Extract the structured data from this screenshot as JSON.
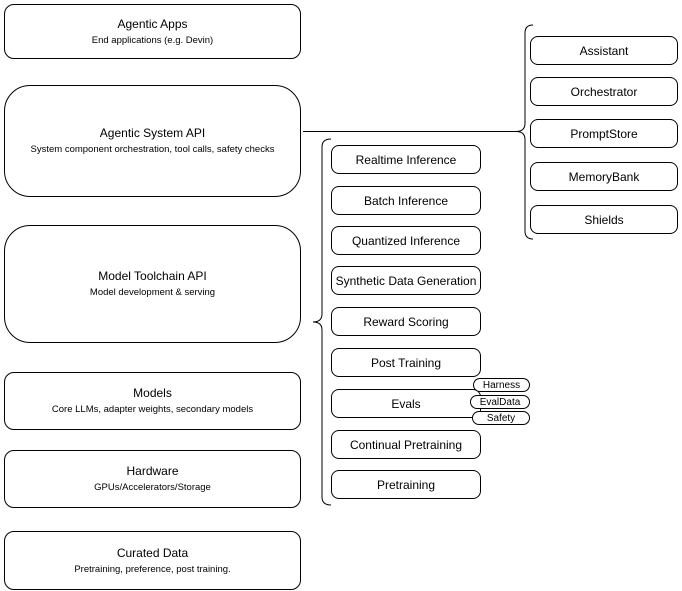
{
  "diagram": {
    "stack": [
      {
        "title": "Agentic Apps",
        "subtitle": "End applications (e.g. Devin)"
      },
      {
        "title": "Agentic System API",
        "subtitle": "System component orchestration, tool calls, safety checks"
      },
      {
        "title": "Model Toolchain API",
        "subtitle": "Model development & serving"
      },
      {
        "title": "Models",
        "subtitle": "Core LLMs, adapter weights, secondary models"
      },
      {
        "title": "Hardware",
        "subtitle": "GPUs/Accelerators/Storage"
      },
      {
        "title": "Curated Data",
        "subtitle": "Pretraining, preference, post training."
      }
    ],
    "toolchain_services": [
      "Realtime Inference",
      "Batch Inference",
      "Quantized Inference",
      "Synthetic Data Generation",
      "Reward Scoring",
      "Post Training",
      "Evals",
      "Continual Pretraining",
      "Pretraining"
    ],
    "eval_badges": [
      "Harness",
      "EvalData",
      "Safety"
    ],
    "system_components": [
      "Assistant",
      "Orchestrator",
      "PromptStore",
      "MemoryBank",
      "Shields"
    ],
    "colors": {
      "stroke": "#000000",
      "fill": "#ffffff",
      "text": "#000000"
    }
  }
}
